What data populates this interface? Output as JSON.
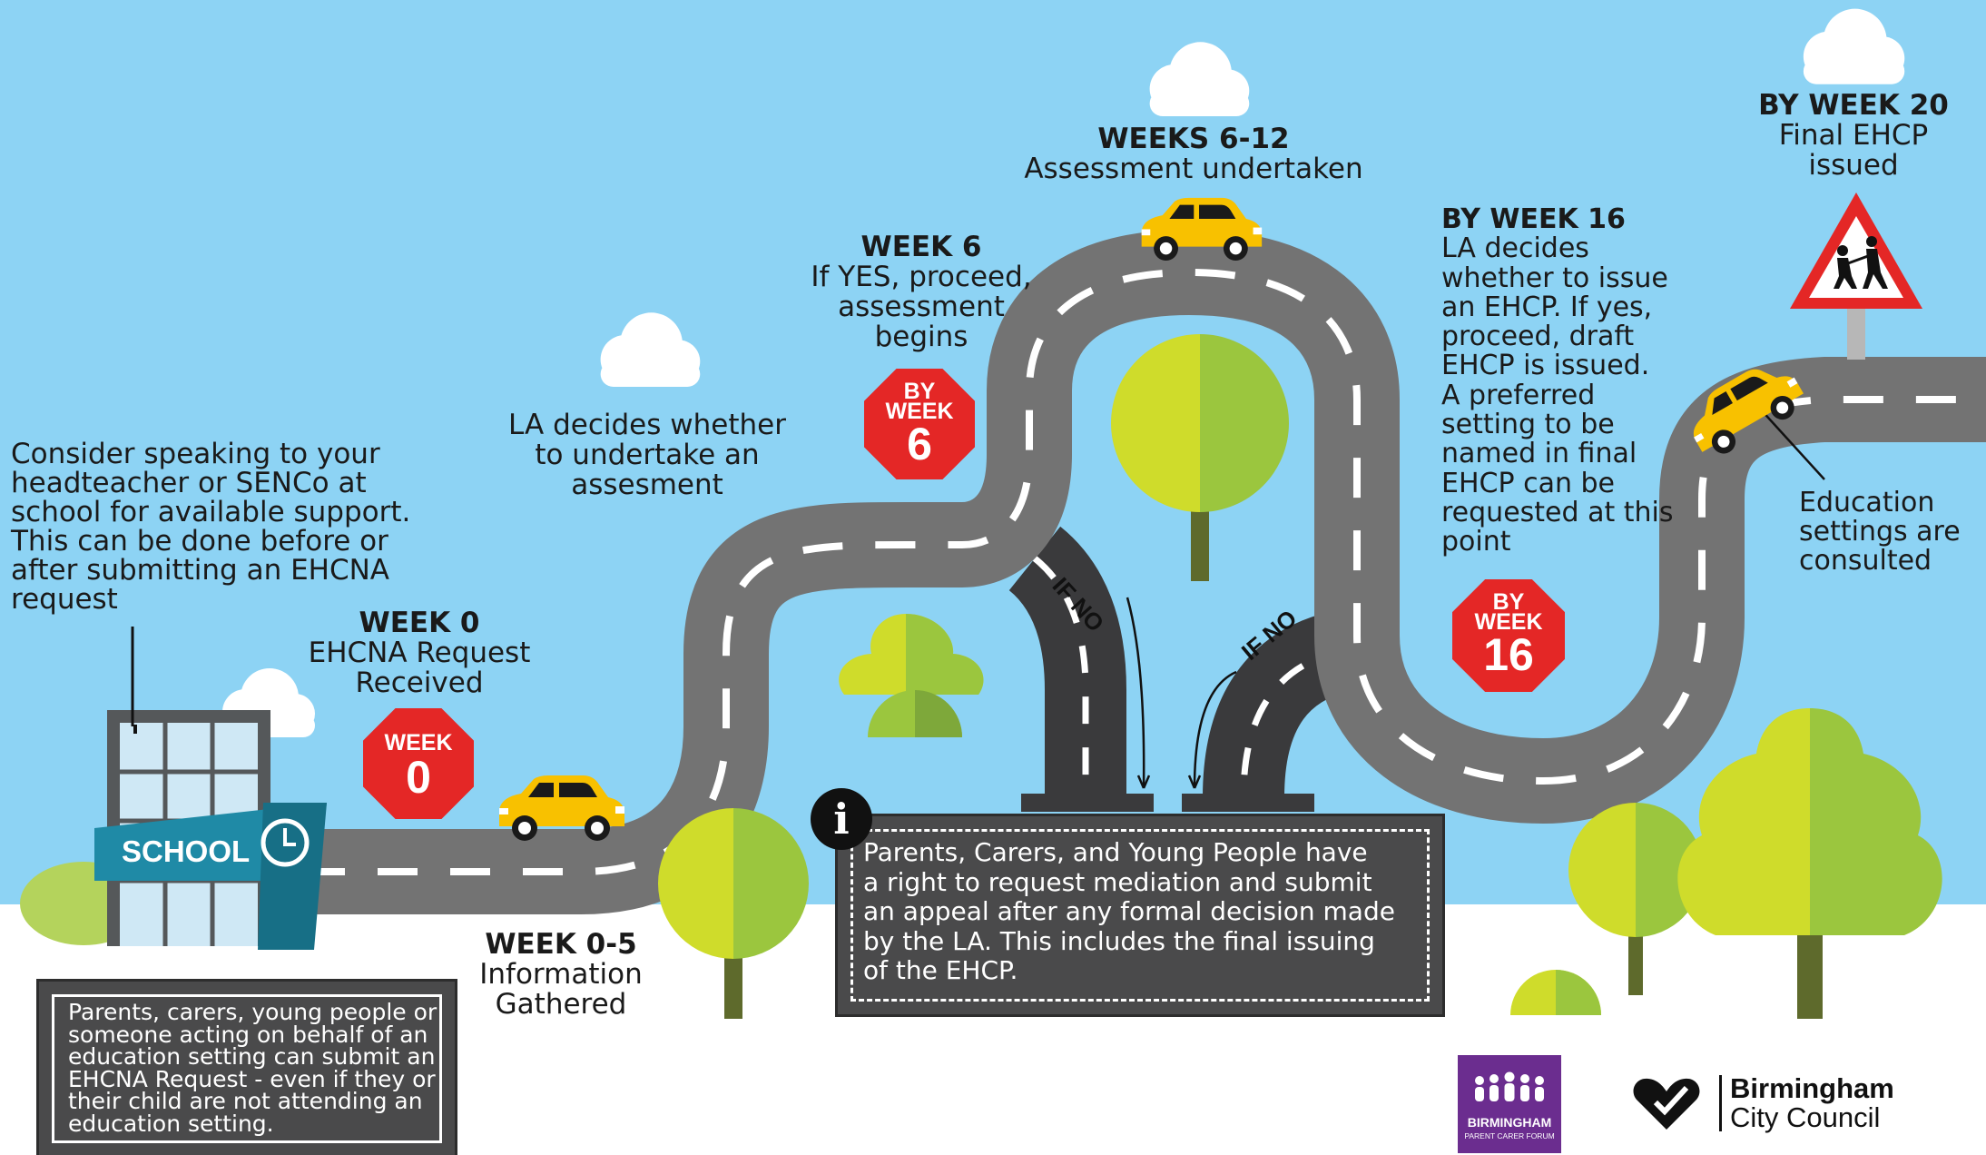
{
  "colors": {
    "sky": "#8dd3f4",
    "ground": "#ffffff",
    "road": "#737373",
    "branch_road": "#3a3a3c",
    "lane_mark": "#ffffff",
    "stop_sign": "#e42726",
    "car": "#f8c100",
    "tree_light": "#cfdc2b",
    "tree_dark": "#9bc63e",
    "school_teal": "#1f8aa6",
    "info_box": "#4a4a4b",
    "forum_purple": "#6b2d8f"
  },
  "intro": {
    "text": "Consider speaking to your\nheadteacher or SENCo at\nschool for available support.\nThis can be done before or\nafter submitting an EHCNA\nrequest"
  },
  "school": {
    "label": "SCHOOL",
    "icon": "clock-icon"
  },
  "milestones": {
    "week0": {
      "heading": "WEEK 0",
      "body": "EHCNA Request\nReceived"
    },
    "week0_5": {
      "heading": "WEEK 0-5",
      "body": "Information\nGathered"
    },
    "la_decides": {
      "body": "LA decides whether\nto undertake an\nassesment"
    },
    "week6": {
      "heading": "WEEK 6",
      "body": "If YES, proceed,\nassessment\nbegins"
    },
    "weeks6_12": {
      "heading": "WEEKS 6-12",
      "body": "Assessment undertaken"
    },
    "week16": {
      "heading": "BY WEEK 16",
      "body": "LA decides\nwhether to issue\nan EHCP. If yes,\nproceed, draft\nEHCP is issued.\nA preferred\nsetting to be\nnamed in final\nEHCP can be\nrequested at this\npoint"
    },
    "week20": {
      "heading": "BY WEEK 20",
      "body": "Final EHCP\nissued"
    },
    "consulted": {
      "body": "Education\nsettings are\nconsulted"
    }
  },
  "signs": [
    {
      "id": "week0",
      "top": "WEEK",
      "number": "0"
    },
    {
      "id": "week6",
      "top": "BY\nWEEK",
      "number": "6"
    },
    {
      "id": "week16",
      "top": "BY\nWEEK",
      "number": "16"
    }
  ],
  "branches": {
    "label_1": "IF NO",
    "label_2": "IF NO"
  },
  "note": {
    "text": "Parents, carers, young people or\nsomeone acting on behalf of an\neducation setting can submit an\nEHCNA Request - even if they or\ntheir child are not attending an\neducation setting."
  },
  "rights": {
    "icon": "info-icon",
    "glyph": "i",
    "text": "Parents, Carers, and Young People have\na right to request mediation and submit\nan appeal after any formal decision made\nby the LA. This includes the final issuing\nof the EHCP."
  },
  "logos": {
    "forum_line1": "BIRMINGHAM",
    "forum_line2": "PARENT CARER FORUM",
    "council_line1": "Birmingham",
    "council_line2": "City Council"
  }
}
